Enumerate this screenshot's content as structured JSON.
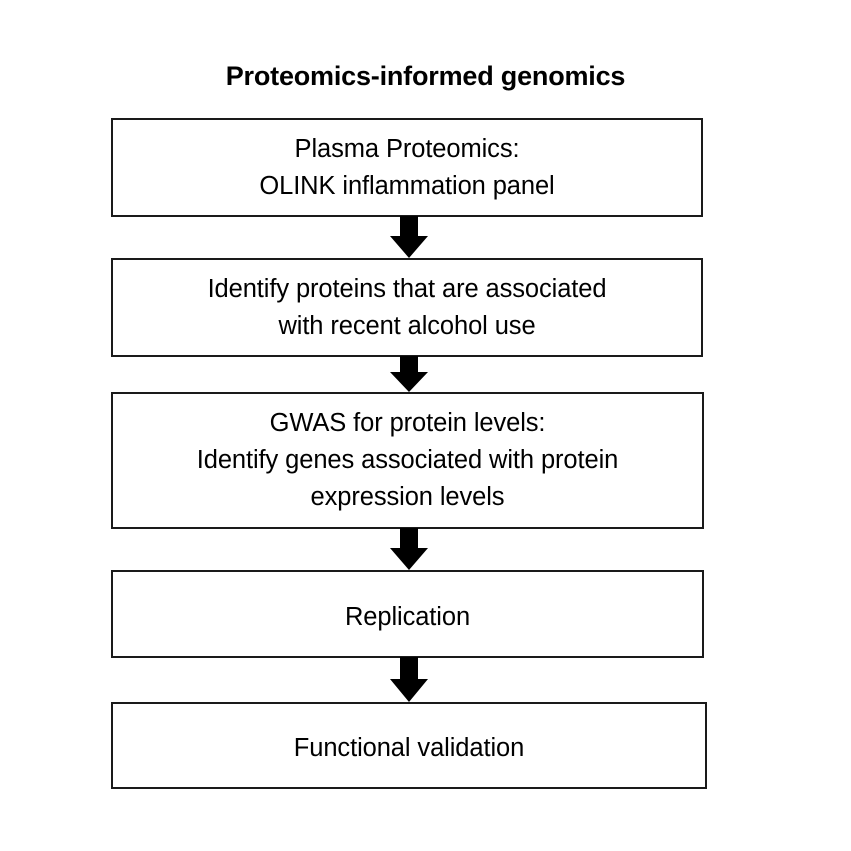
{
  "figure": {
    "title": "Proteomics-informed genomics",
    "background_color": "#ffffff",
    "line_color": "#1a1a1a",
    "text_color": "#000000"
  },
  "flow": {
    "steps": [
      {
        "id": "plasma-proteomics",
        "text": "Plasma Proteomics:\nOLINK inflammation panel",
        "lines": [
          "Plasma Proteomics:",
          "OLINK inflammation panel"
        ]
      },
      {
        "id": "identify-proteins",
        "text": "Identify proteins that are associated\nwith recent alcohol use",
        "lines": [
          "Identify proteins that are associated",
          "with recent alcohol use"
        ]
      },
      {
        "id": "gwas-protein-levels",
        "text": "GWAS for protein levels:\nIdentify genes associated with protein\nexpression levels",
        "lines": [
          "GWAS for protein levels:",
          "Identify genes associated with protein",
          "expression levels"
        ]
      },
      {
        "id": "replication",
        "text": "Replication",
        "lines": [
          "Replication"
        ]
      },
      {
        "id": "functional-validation",
        "text": "Functional validation",
        "lines": [
          "Functional validation"
        ]
      }
    ],
    "connectors": [
      {
        "id": "arrow-1",
        "from": "plasma-proteomics",
        "to": "identify-proteins",
        "direction": "down"
      },
      {
        "id": "arrow-2",
        "from": "identify-proteins",
        "to": "gwas-protein-levels",
        "direction": "down"
      },
      {
        "id": "arrow-3",
        "from": "gwas-protein-levels",
        "to": "replication",
        "direction": "down"
      },
      {
        "id": "arrow-4",
        "from": "replication",
        "to": "functional-validation",
        "direction": "down"
      }
    ]
  }
}
